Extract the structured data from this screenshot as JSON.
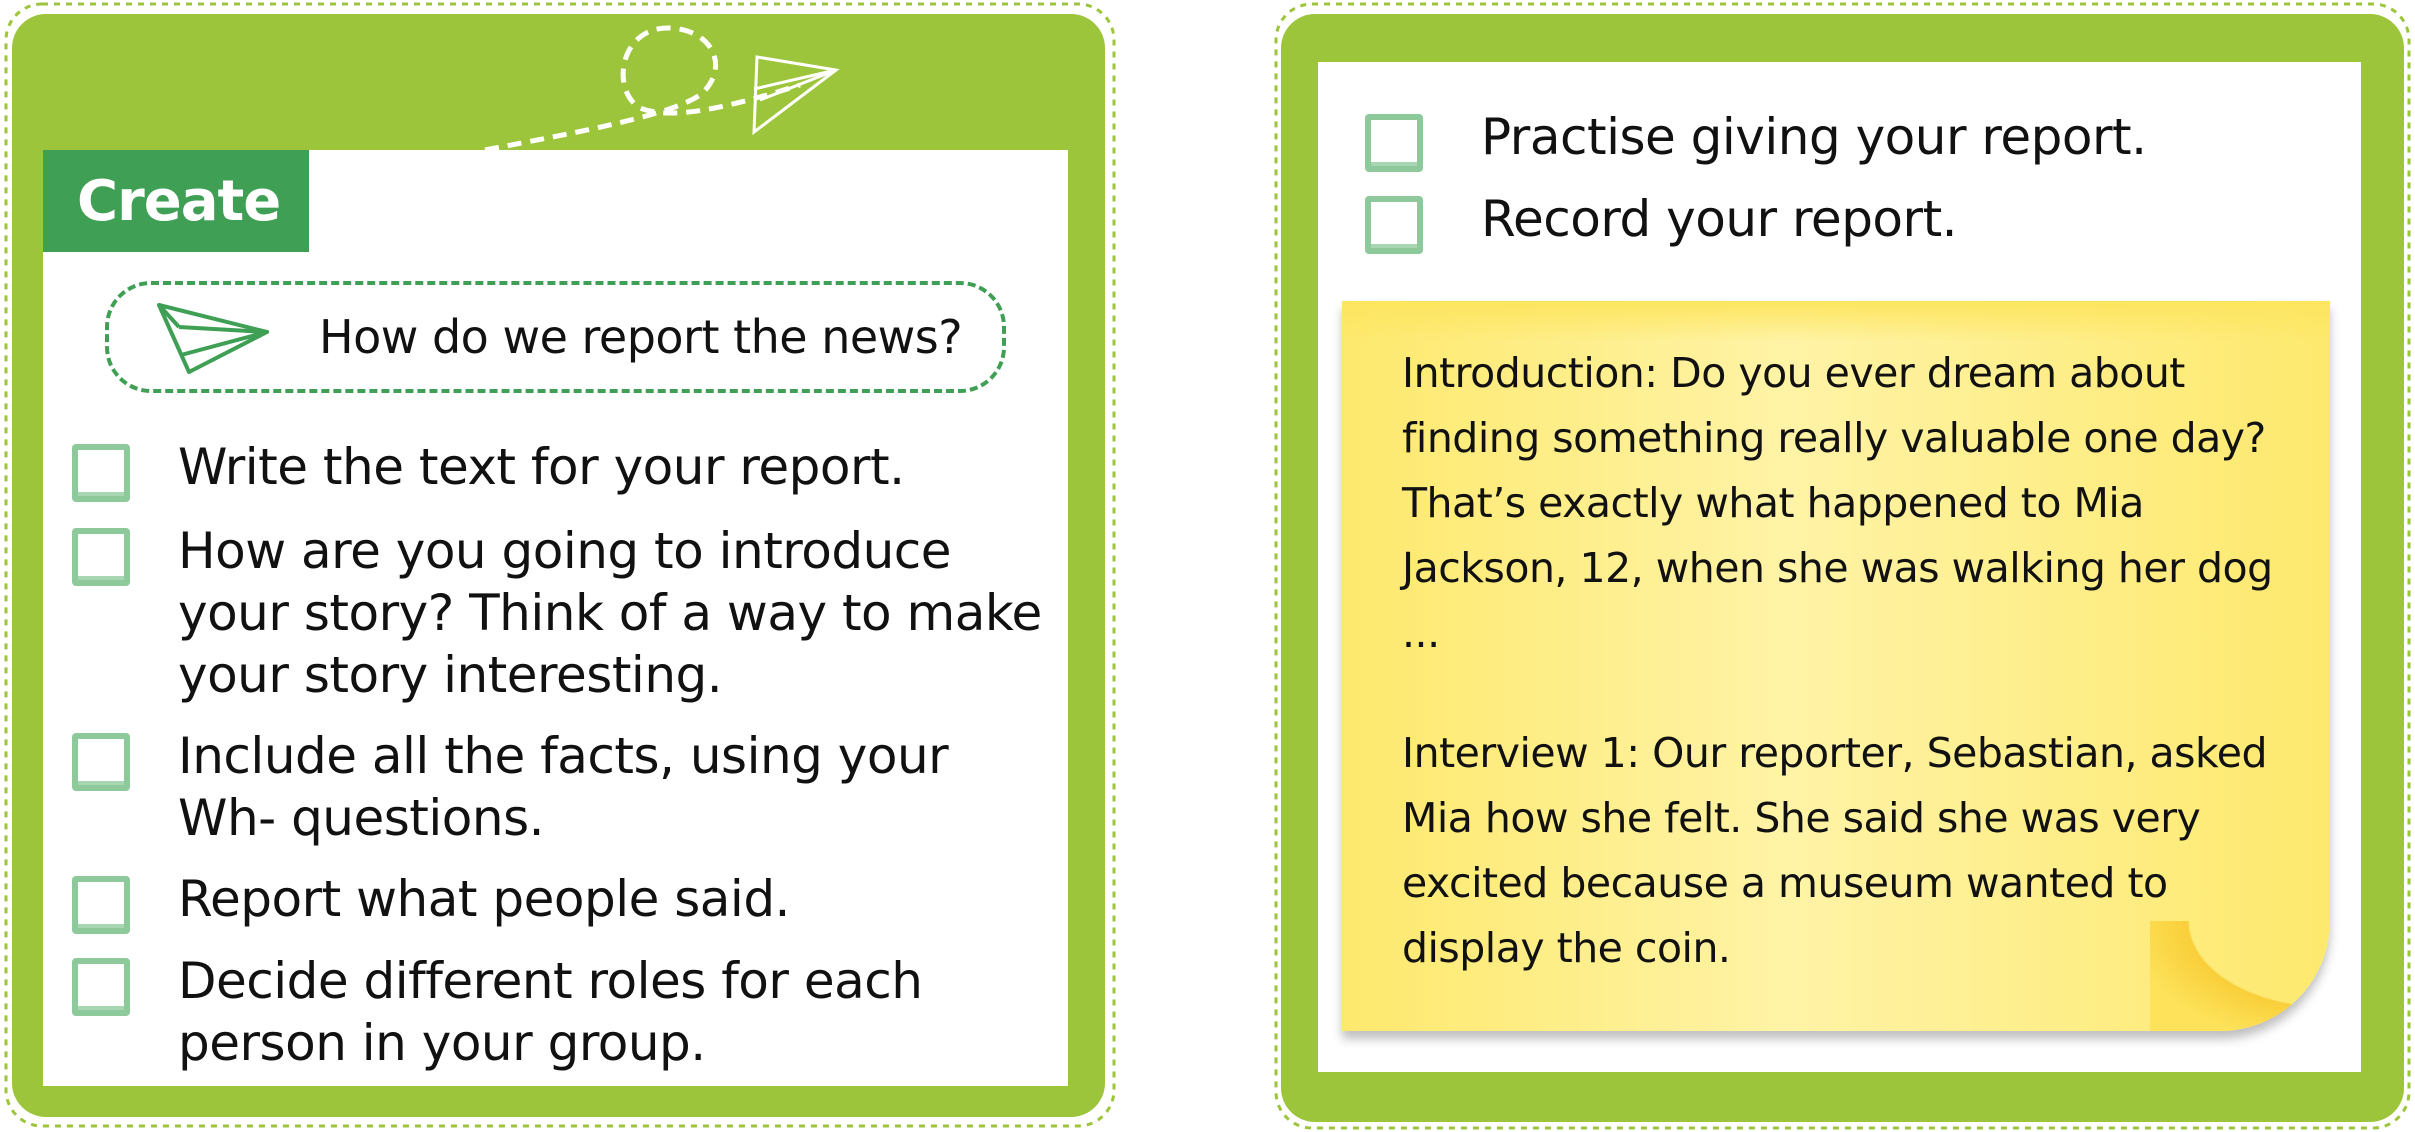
{
  "colors": {
    "frame_green": "#9dc53b",
    "tab_green": "#3f9f55",
    "checkbox_border": "#8ec99b",
    "note_yellow": "#fde96d"
  },
  "left_card": {
    "header_label": "Create",
    "question": {
      "icon": "paper-plane-icon",
      "text": "How do we report the news?"
    },
    "checklist": [
      {
        "text": "Write the text for your report.",
        "checked": false
      },
      {
        "text": "How are you going to introduce your story? Think of a way to make your story interesting.",
        "checked": false
      },
      {
        "text": "Include all the facts, using your Wh- questions.",
        "checked": false
      },
      {
        "text": "Report what people said.",
        "checked": false
      },
      {
        "text": "Decide different roles for each person in your group.",
        "checked": false
      }
    ]
  },
  "right_card": {
    "checklist": [
      {
        "text": "Practise giving your report.",
        "checked": false
      },
      {
        "text": "Record your report.",
        "checked": false
      }
    ],
    "sticky_note": {
      "paragraphs": [
        "Introduction: Do you ever dream about finding something really valuable one day? That’s exactly what happened to Mia Jackson, 12, when she was walking her dog ...",
        "Interview 1: Our reporter, Sebastian, asked Mia how she felt. She said she was very excited because a museum wanted to display the coin."
      ]
    }
  }
}
